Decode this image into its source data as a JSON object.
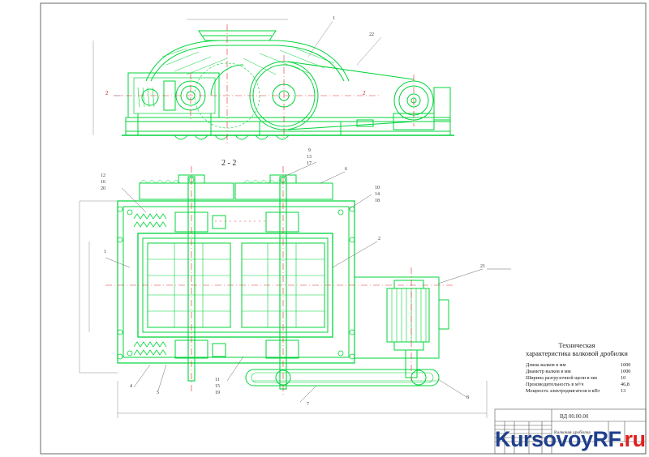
{
  "drawing": {
    "section_label": "2 - 2",
    "cut_mark_left": "2",
    "cut_mark_right": "2",
    "document_code": "ВД 00.00.00",
    "document_name": "Валковая дробилка",
    "line_color": "#00e040",
    "axis_color": "#e03030"
  },
  "tech": {
    "title_line1": "Техническая",
    "title_line2": "характеристика валковой дробилки",
    "rows": [
      {
        "label": "Длина валков  в  мм",
        "value": "1000"
      },
      {
        "label": "Диаметр валков в мм",
        "value": "1000"
      },
      {
        "label": "Ширина разгрузочной щели в мм",
        "value": "10"
      },
      {
        "label": "Производительность  в  м³/ч",
        "value": "46,8"
      },
      {
        "label": "Мощность электродвигателя  в  кВт",
        "value": "13"
      }
    ]
  },
  "callouts": {
    "c1": "1",
    "c22": "22",
    "c9": "9",
    "c13": "13",
    "c17": "17",
    "c6": "6",
    "c12": "12",
    "c16": "16",
    "c20": "20",
    "c10": "10",
    "c14": "14",
    "c18": "18",
    "c1b": "1",
    "c2": "2",
    "c21": "21",
    "c4": "4",
    "c5": "5",
    "c11": "11",
    "c15": "15",
    "c19": "19",
    "c7": "7",
    "c8": "8"
  },
  "watermark": {
    "part1": "KursovoyRF",
    "part2": ".ru"
  }
}
